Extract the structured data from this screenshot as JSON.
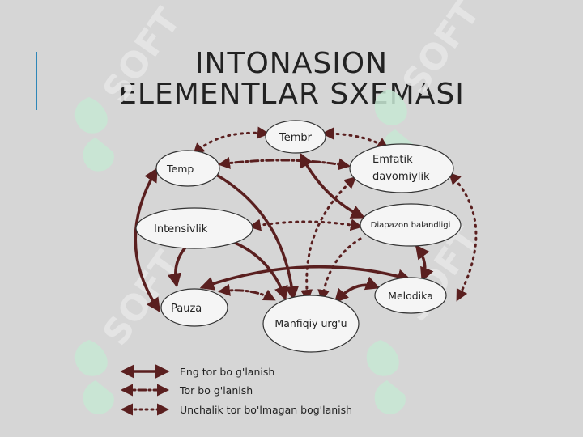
{
  "slide": {
    "title_line1": "INTONASION",
    "title_line2": "ELEMENTLAR SXEMASI"
  },
  "colors": {
    "background": "#d6d6d6",
    "accent": "#2e86b8",
    "arrow": "#5a1f1f",
    "node_fill": "#f5f5f5",
    "watermark": "#c7e8d3"
  },
  "watermark": {
    "text": "SOFT"
  },
  "nodes": {
    "tembr": "Tembr",
    "temp": "Temp",
    "emfatik_line1": "Emfatik",
    "emfatik_line2": "davomiylik",
    "intensivlik": "Intensivlik",
    "diapazon": "Diapazon balandligi",
    "pauza": "Pauza",
    "melodika": "Melodika",
    "mantiqiy": "Manfiqiy urg'u"
  },
  "legend": {
    "solid": "Eng tor bo g'lanish",
    "dashdot": "Tor bo g'lanish",
    "dotted": "Unchalik tor bo'lmagan bog'lanish"
  }
}
